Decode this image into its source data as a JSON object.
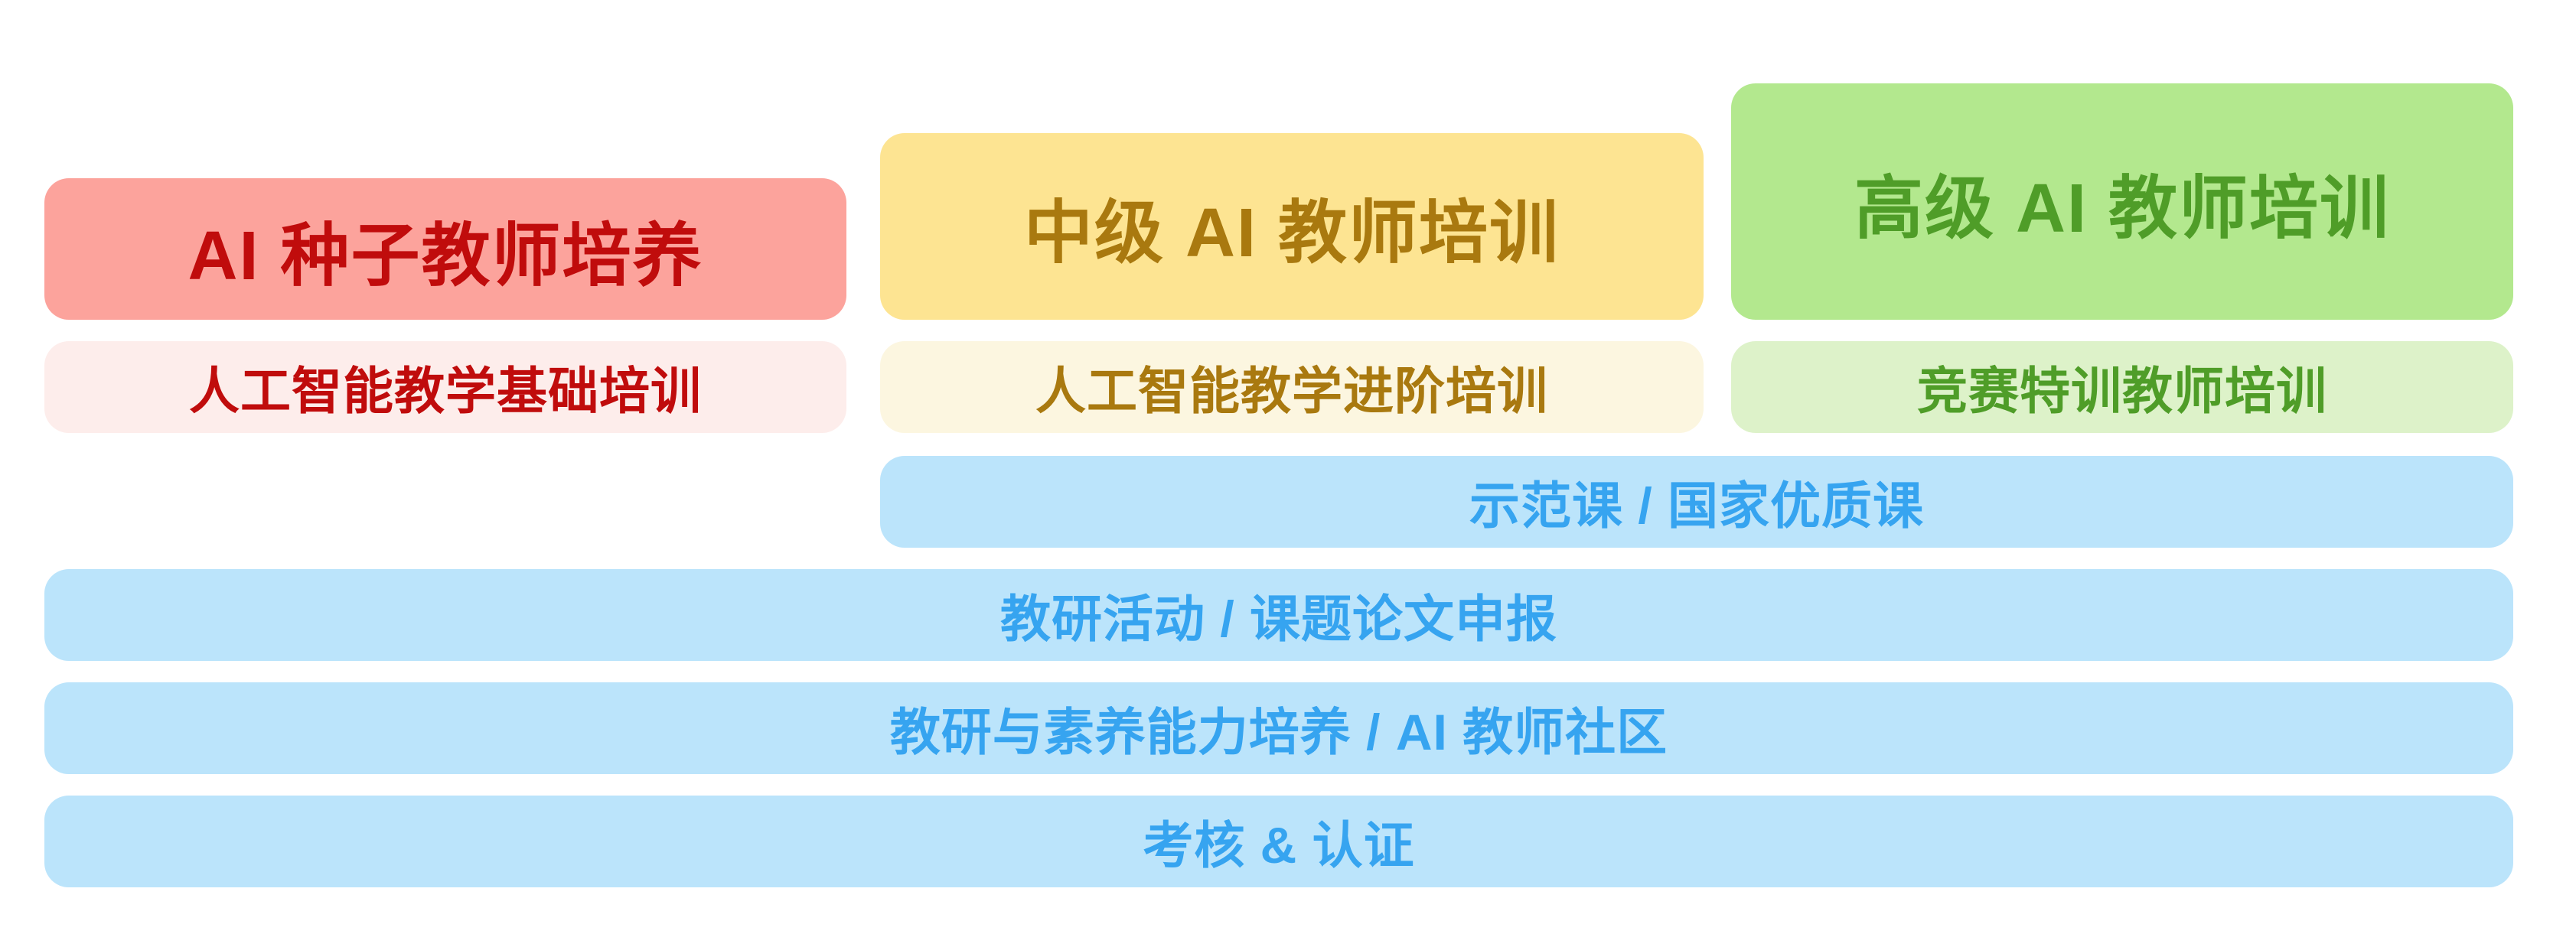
{
  "page": {
    "background": "#FFFFFF"
  },
  "colors": {
    "seed-bg": "#FCA39C",
    "seed-text": "#C00C0C",
    "seed-sub-bg": "#FDEDEB",
    "intermediate-bg": "#FDE492",
    "intermediate-text": "#A9790F",
    "intermediate-sub-bg": "#FCF6E0",
    "advanced-bg": "#B3E88E",
    "advanced-text": "#4F9D28",
    "advanced-sub-bg": "#DDF2C9",
    "band-bg": "#BBE4FB",
    "band-text": "#36A4F0"
  },
  "diagram": {
    "columns": [
      {
        "header": "AI 种子教师培养",
        "sub": "人工智能教学基础培训"
      },
      {
        "header": "中级 AI 教师培训",
        "sub": "人工智能教学进阶培训"
      },
      {
        "header": "高级 AI 教师培训",
        "sub": "竞赛特训教师培训"
      }
    ],
    "bands": [
      {
        "label": "示范课 / 国家优质课",
        "span": "middle-right"
      },
      {
        "label": "教研活动 / 课题论文申报",
        "span": "full"
      },
      {
        "label": "教研与素养能力培养 / AI 教师社区",
        "span": "full"
      },
      {
        "label": "考核 & 认证",
        "span": "full"
      }
    ]
  }
}
